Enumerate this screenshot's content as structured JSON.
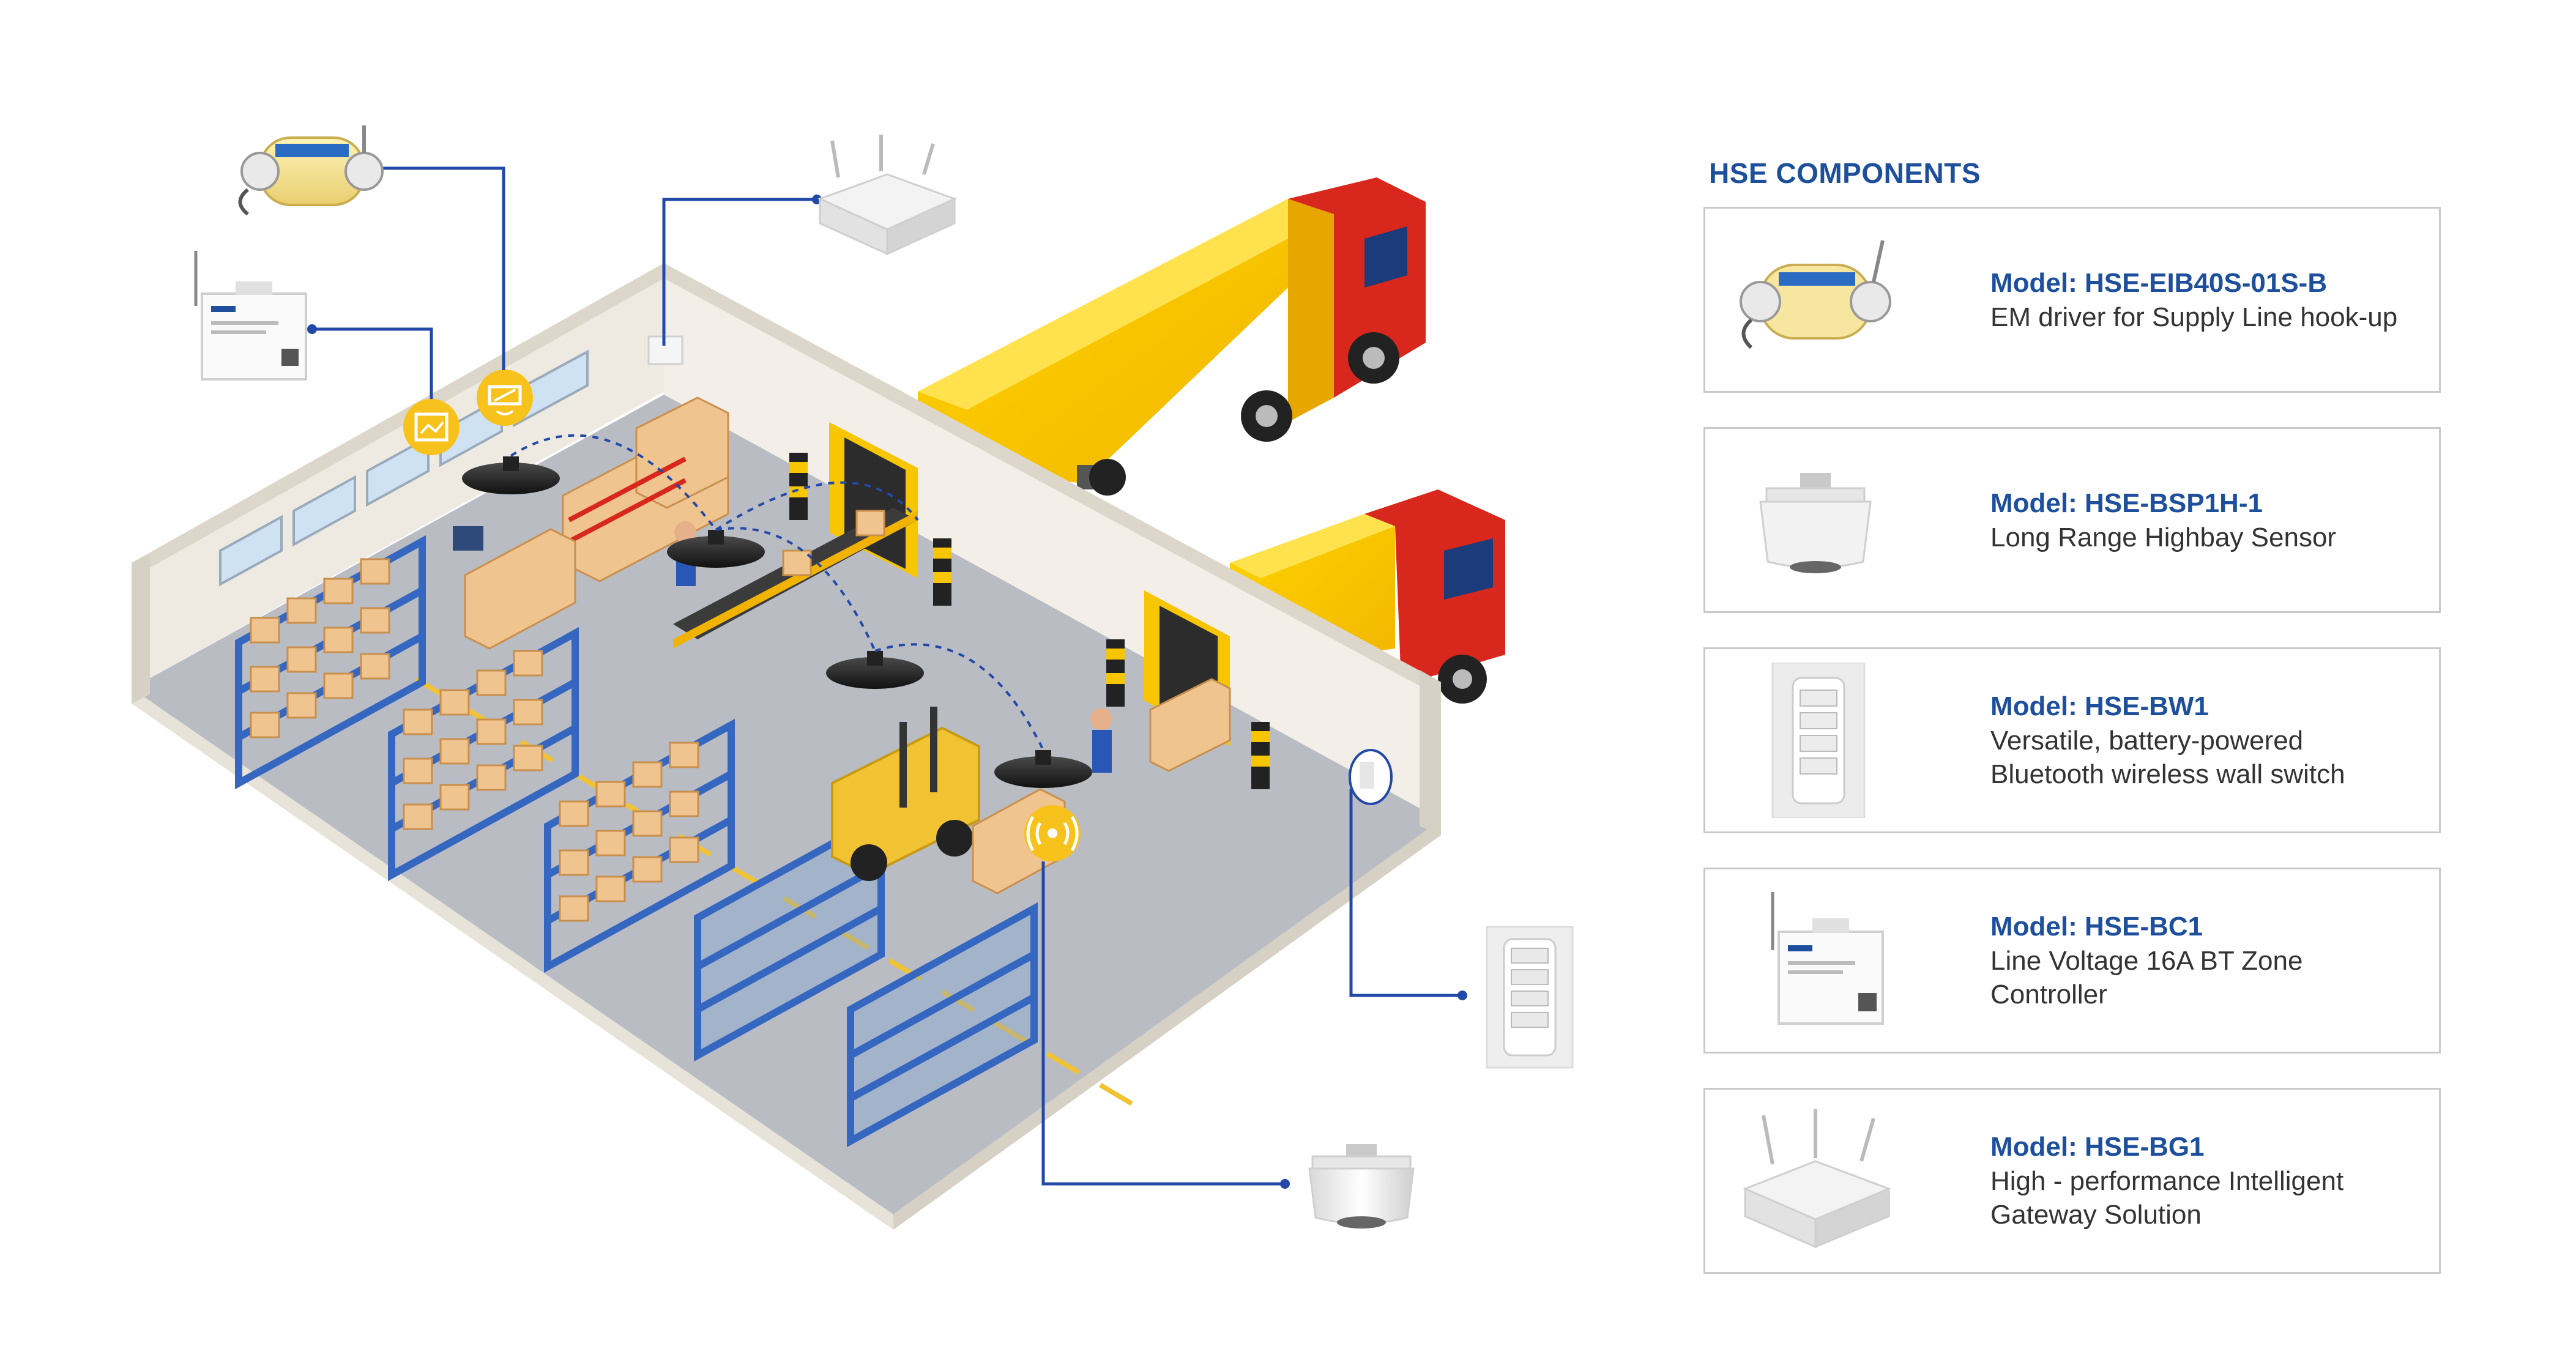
{
  "panel": {
    "title": "HSE COMPONENTS",
    "components": [
      {
        "model": "Model: HSE-EIB40S-01S-B",
        "desc_lines": [
          "EM driver for Supply Line hook-up"
        ],
        "icon": "em-driver-icon"
      },
      {
        "model": "Model: HSE-BSP1H-1",
        "desc_lines": [
          "Long Range Highbay Sensor"
        ],
        "icon": "highbay-sensor-icon"
      },
      {
        "model": "Model: HSE-BW1",
        "desc_lines": [
          "Versatile, battery-powered",
          "Bluetooth wireless wall switch"
        ],
        "icon": "wall-switch-icon"
      },
      {
        "model": "Model: HSE-BC1",
        "desc_lines": [
          "Line Voltage 16A BT Zone",
          "Controller"
        ],
        "icon": "zone-controller-icon"
      },
      {
        "model": "Model: HSE-BG1",
        "desc_lines": [
          "High - performance Intelligent",
          "Gateway Solution"
        ],
        "icon": "gateway-icon"
      }
    ]
  },
  "colors": {
    "accent_blue": "#1d4f9c",
    "connector_blue": "#2349a8",
    "badge_yellow": "#f7c21b",
    "truck_red": "#d8271c",
    "container_yellow": "#f7c600",
    "shelf_blue": "#3567c0",
    "floor_gray": "#b9bdc3",
    "wall_cream": "#efeae1",
    "box_tan": "#f0c48e"
  }
}
